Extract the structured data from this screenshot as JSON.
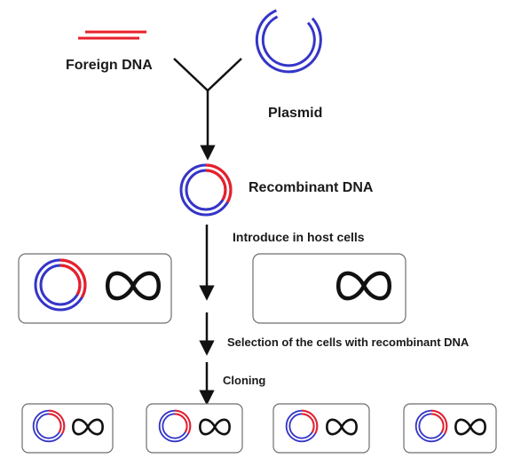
{
  "labels": {
    "foreign_dna": "Foreign DNA",
    "plasmid": "Plasmid",
    "recombinant_dna": "Recombinant DNA",
    "introduce": "Introduce in host cells",
    "selection": "Selection of the cells with recombinant DNA",
    "cloning": "Cloning"
  },
  "colors": {
    "plasmid": "#3535c8",
    "foreign_dna": "#e8202a",
    "line": "#111111",
    "box_border": "#6e6e6e"
  },
  "icons": [
    "plasmid-icon",
    "foreign-dna-icon",
    "recombinant-plasmid-icon",
    "host-chromosome-icon",
    "arrow-down-icon"
  ]
}
